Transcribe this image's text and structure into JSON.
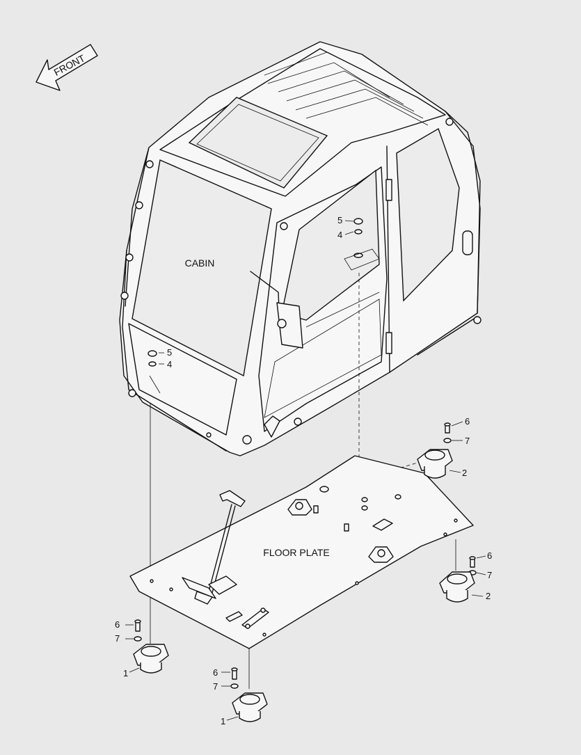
{
  "front_arrow": {
    "label": "FRONT",
    "icon": "arrow-left-icon"
  },
  "parts": {
    "cabin": {
      "label": "CABIN"
    },
    "floor_plate": {
      "label": "FLOOR PLATE"
    }
  },
  "callouts": {
    "c5a": "5",
    "c4a": "4",
    "c5b": "5",
    "c4b": "4",
    "c6a": "6",
    "c7a": "7",
    "c2a": "2",
    "c6b": "6",
    "c7b": "7",
    "c2b": "2",
    "c6c": "6",
    "c7c": "7",
    "c1a": "1",
    "c6d": "6",
    "c7d": "7",
    "c1b": "1"
  },
  "colors": {
    "background": "#e9e9e9",
    "line": "#111111",
    "part_fill": "#f7f7f7"
  }
}
